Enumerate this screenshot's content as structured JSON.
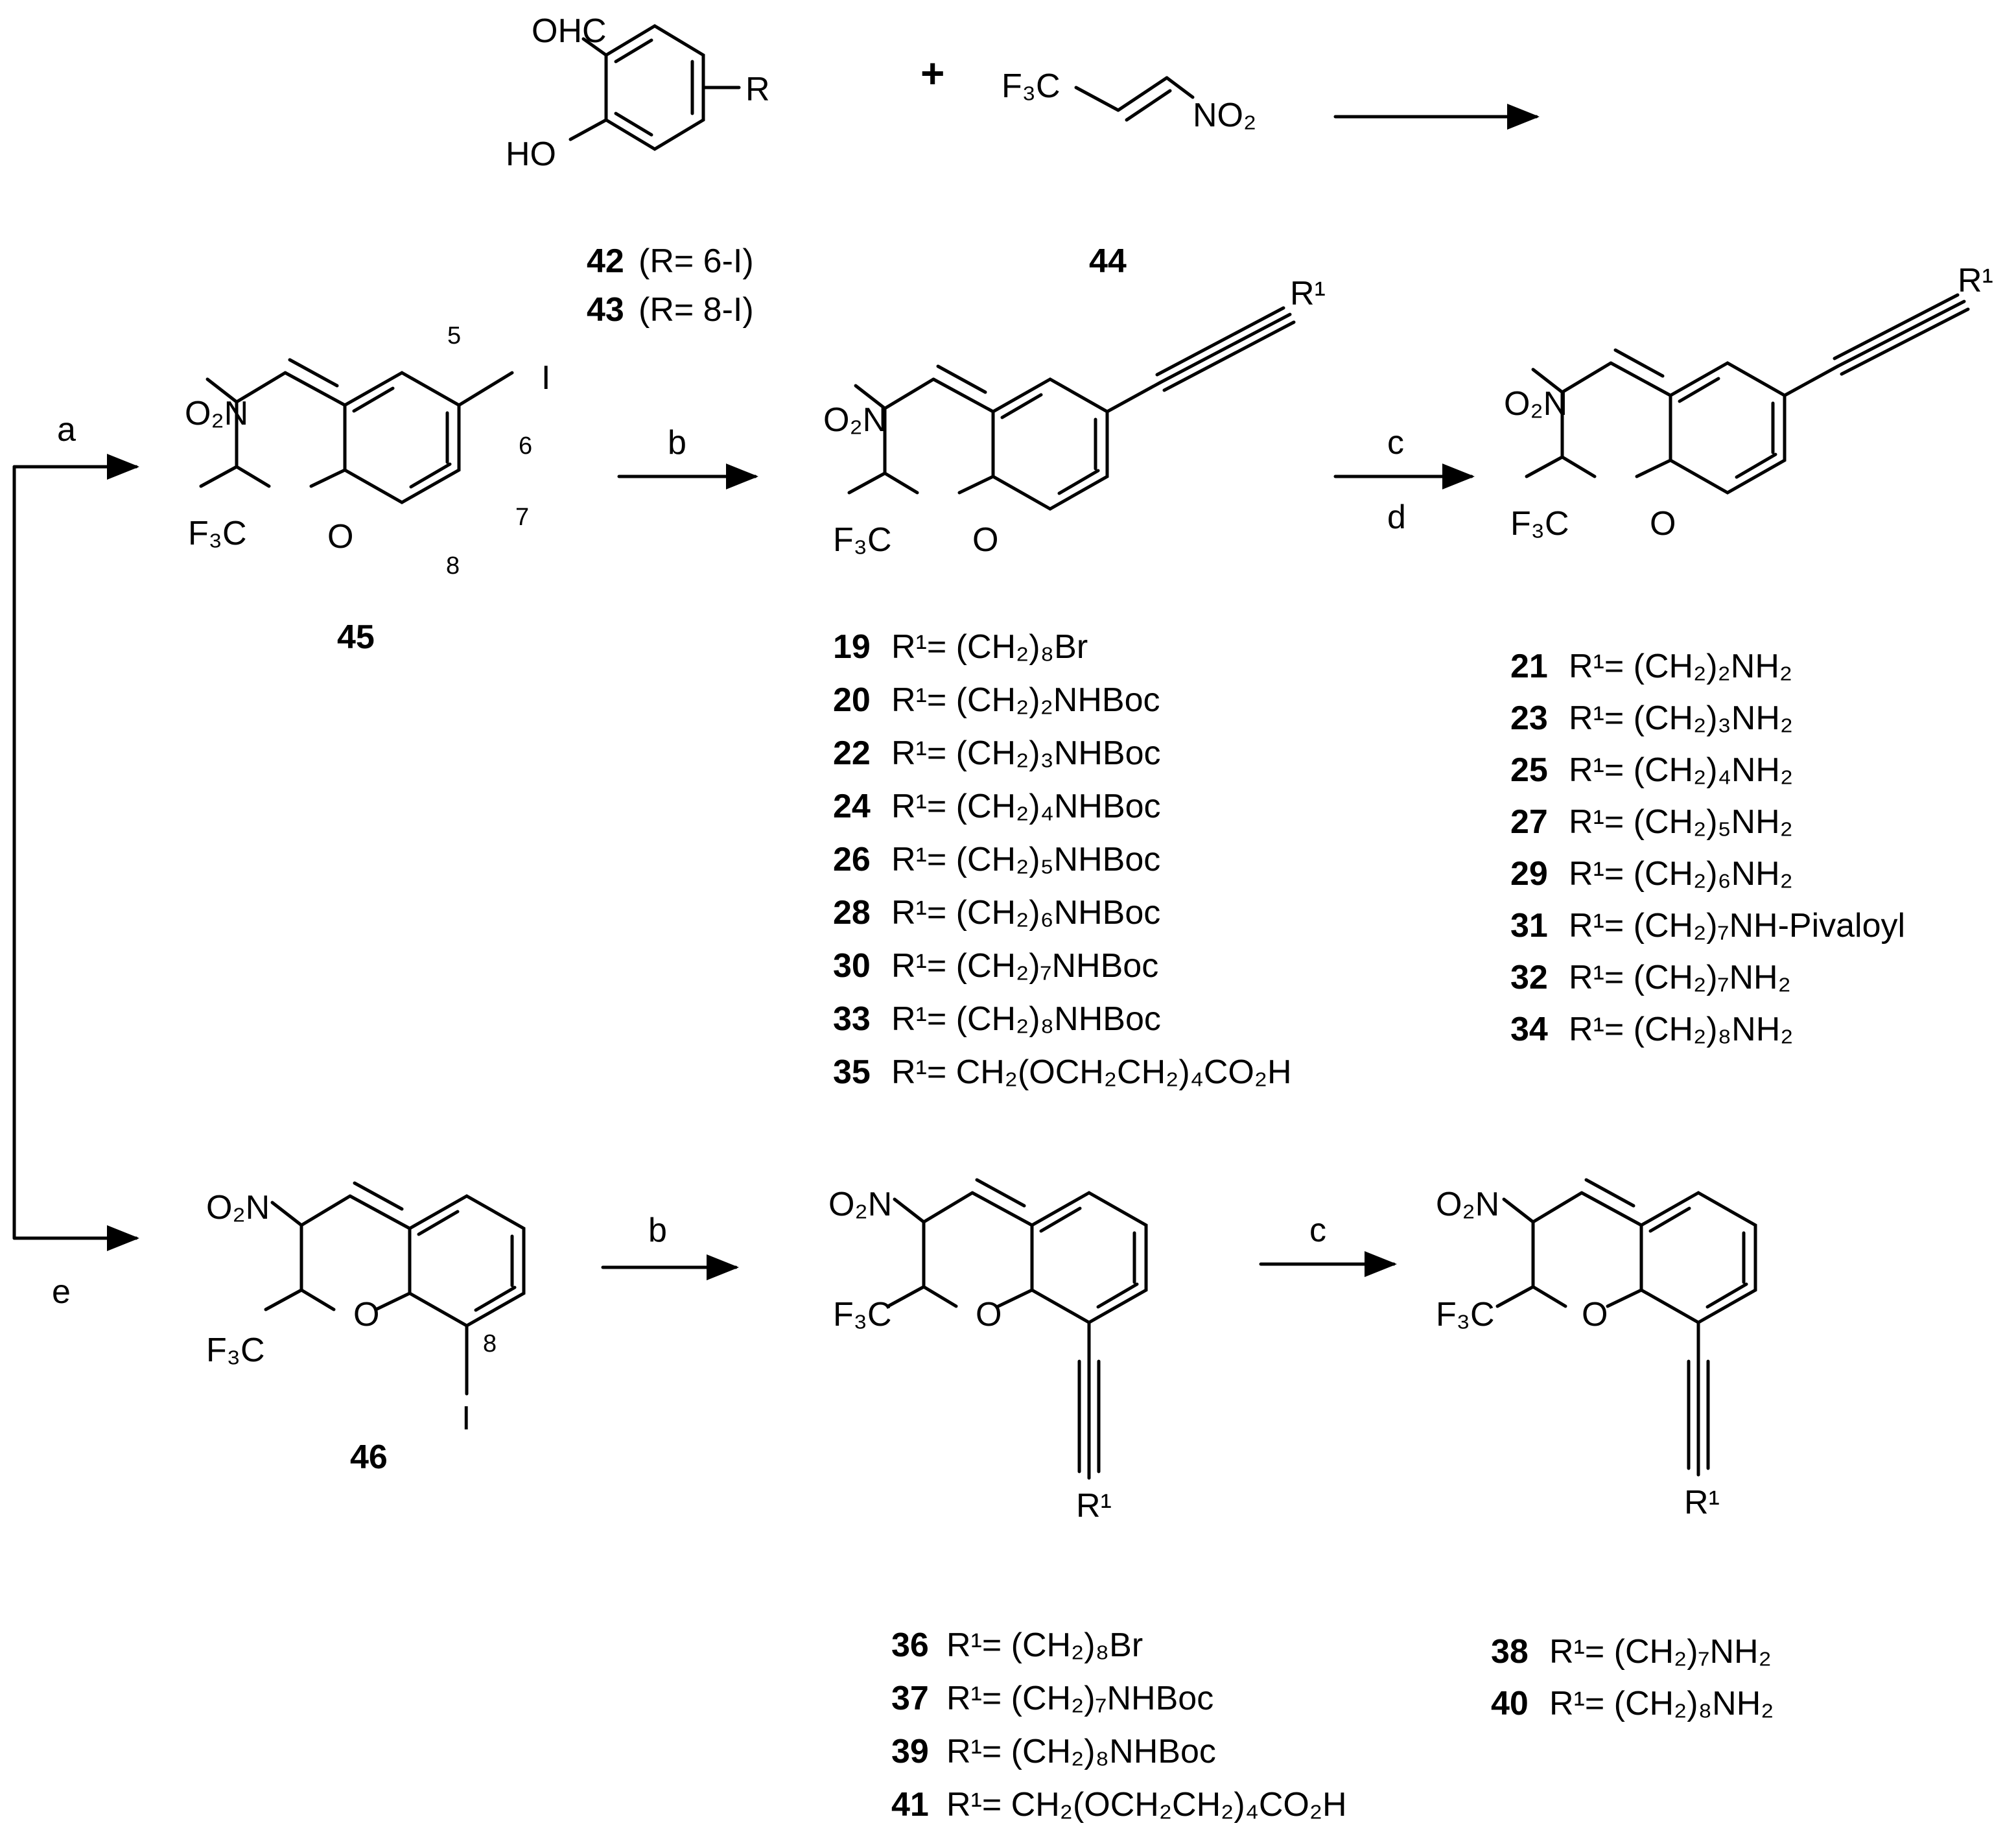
{
  "reactants": {
    "salicylaldehyde": {
      "ohc": "OHC",
      "ho": "HO",
      "r": "R"
    },
    "plus": "+",
    "nitroalkene": {
      "f3c": "F₃C",
      "no2": "NO₂"
    },
    "labels": [
      {
        "id": "42",
        "text": "(R= 6-I)"
      },
      {
        "id": "43",
        "text": "(R= 8-I)"
      },
      {
        "id": "44",
        "text": ""
      }
    ]
  },
  "steps": {
    "a": "a",
    "b": "b",
    "c": "c",
    "d": "d",
    "e": "e"
  },
  "chromene": {
    "no2": "O₂N",
    "f3c": "F₃C",
    "o": "O",
    "iodo": "I",
    "r1": "R¹"
  },
  "positions": {
    "p5": "5",
    "p6": "6",
    "p7": "7",
    "p8": "8"
  },
  "compounds": {
    "c45": "45",
    "c46": "46"
  },
  "list_b6": [
    {
      "id": "19",
      "text": "R¹= (CH₂)₈Br"
    },
    {
      "id": "20",
      "text": "R¹= (CH₂)₂NHBoc"
    },
    {
      "id": "22",
      "text": "R¹= (CH₂)₃NHBoc"
    },
    {
      "id": "24",
      "text": "R¹= (CH₂)₄NHBoc"
    },
    {
      "id": "26",
      "text": "R¹= (CH₂)₅NHBoc"
    },
    {
      "id": "28",
      "text": "R¹= (CH₂)₆NHBoc"
    },
    {
      "id": "30",
      "text": "R¹= (CH₂)₇NHBoc"
    },
    {
      "id": "33",
      "text": "R¹= (CH₂)₈NHBoc"
    },
    {
      "id": "35",
      "text": "R¹= CH₂(OCH₂CH₂)₄CO₂H"
    }
  ],
  "list_c6": [
    {
      "id": "21",
      "text": "R¹= (CH₂)₂NH₂"
    },
    {
      "id": "23",
      "text": "R¹= (CH₂)₃NH₂"
    },
    {
      "id": "25",
      "text": "R¹= (CH₂)₄NH₂"
    },
    {
      "id": "27",
      "text": "R¹= (CH₂)₅NH₂"
    },
    {
      "id": "29",
      "text": "R¹= (CH₂)₆NH₂"
    },
    {
      "id": "31",
      "text": "R¹= (CH₂)₇NH-Pivaloyl"
    },
    {
      "id": "32",
      "text": "R¹= (CH₂)₇NH₂"
    },
    {
      "id": "34",
      "text": "R¹= (CH₂)₈NH₂"
    }
  ],
  "list_b8": [
    {
      "id": "36",
      "text": "R¹= (CH₂)₈Br"
    },
    {
      "id": "37",
      "text": "R¹= (CH₂)₇NHBoc"
    },
    {
      "id": "39",
      "text": "R¹= (CH₂)₈NHBoc"
    },
    {
      "id": "41",
      "text": "R¹= CH₂(OCH₂CH₂)₄CO₂H"
    }
  ],
  "list_c8": [
    {
      "id": "38",
      "text": "R¹= (CH₂)₇NH₂"
    },
    {
      "id": "40",
      "text": "R¹= (CH₂)₈NH₂"
    }
  ]
}
